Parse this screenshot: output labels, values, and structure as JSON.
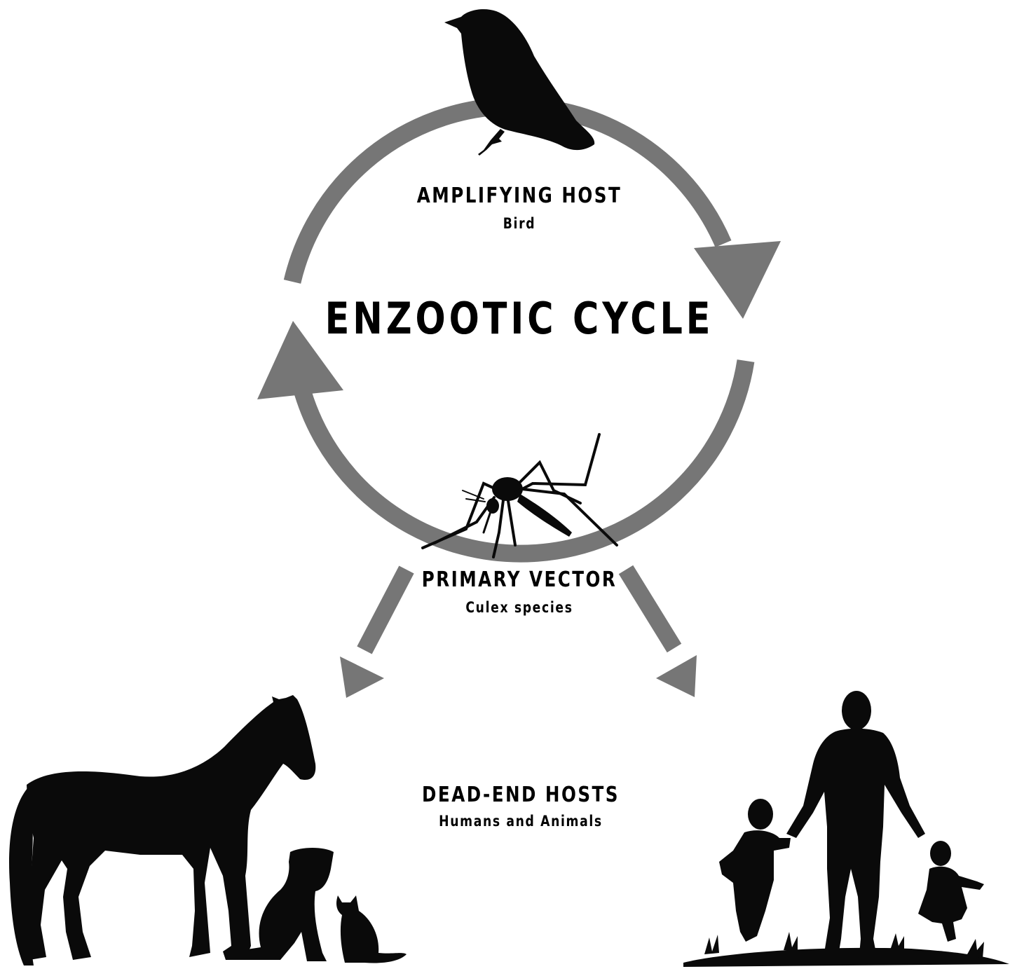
{
  "title": "ENZOOTIC CYCLE",
  "colors": {
    "arrow": "#767676",
    "silhouette": "#0a0a0a",
    "text": "#000000",
    "background": "#ffffff"
  },
  "nodes": {
    "amplifying_host": {
      "heading": "AMPLIFYING HOST",
      "subtitle": "Bird",
      "icon": "bird-icon"
    },
    "primary_vector": {
      "heading": "PRIMARY VECTOR",
      "subtitle": "Culex species",
      "icon": "mosquito-icon"
    },
    "dead_end_hosts": {
      "heading": "DEAD-END HOSTS",
      "subtitle": "Humans and Animals",
      "icons": [
        "horse-icon",
        "dog-icon",
        "cat-icon",
        "family-icon"
      ]
    }
  }
}
